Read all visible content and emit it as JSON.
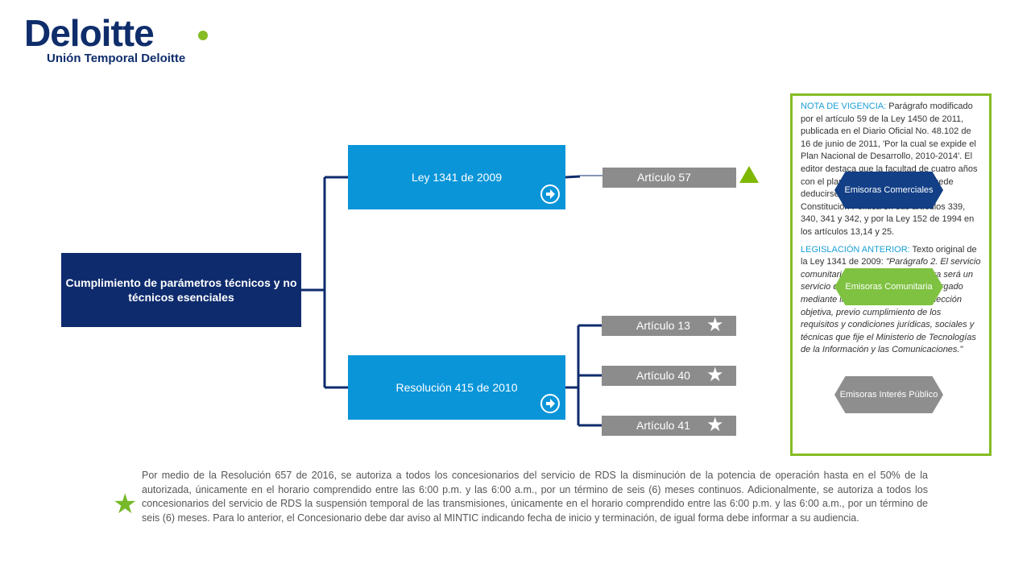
{
  "brand": {
    "name": "Deloitte",
    "subtitle": "Unión Temporal Deloitte",
    "colors": {
      "navy": "#0e2b6d",
      "green": "#86bc25",
      "blue": "#0a95d9",
      "gray": "#8c8c8c"
    }
  },
  "diagram": {
    "root": "Cumplimiento de parámetros técnicos y no técnicos esenciales",
    "branches": [
      {
        "label": "Ley 1341 de 2009",
        "action_icon": "arrow-circle-right-icon",
        "articles": [
          {
            "label": "Artículo 57",
            "marker": "green-triangle-icon"
          }
        ]
      },
      {
        "label": "Resolución 415 de 2010",
        "action_icon": "arrow-circle-right-icon",
        "articles": [
          {
            "label": "Artículo 13",
            "marker": "star-icon"
          },
          {
            "label": "Artículo 40",
            "marker": "star-icon"
          },
          {
            "label": "Artículo 41",
            "marker": "star-icon"
          }
        ]
      }
    ]
  },
  "note": {
    "vigencia_label": "NOTA DE VIGENCIA:",
    "vigencia_text": " Parágrafo modificado por el artículo 59 de la Ley 1450 de 2011, publicada en el Diario Oficial No. 48.102 de 16 de junio de 2011, 'Por la cual se expide el Plan Nacional de Desarrollo, 2010-2014'. El editor destaca que la facultad de cuatro años con el plan de desarrollo, según puede deducirse de lo establecido por la Constitución Política en sus artículos 339, 340, 341 y 342, y por la Ley 152 de 1994 en los artículos 13,14  y 25.",
    "legis_label": "LEGISLACIÓN ANTERIOR:",
    "legis_text": " Texto original de la Ley 1341 de 2009:",
    "quote": "\"Parágrafo 2. El servicio comunitario de radiodifusión sonora será un servicio de telecomunicaciones, otorgado mediante licencia y proceso de selección objetiva, previo cumplimiento de los requisitos y condiciones jurídicas, sociales y técnicas que fije el Ministerio de Tecnologías de la Información y las Comunicaciones.\""
  },
  "badges": {
    "comerciales": "Emisoras Comerciales",
    "comunitaria": "Emisoras Comunitaria",
    "interes_publico": "Emisoras Interés Público"
  },
  "footer": {
    "star_icon": "star-icon",
    "text": "Por medio de la Resolución 657 de 2016, se autoriza a todos los concesionarios  del servicio de RDS la disminución de la potencia de operación hasta en el 50% de la autorizada, únicamente en el horario comprendido entre las 6:00 p.m. y las 6:00 a.m., por un término de seis (6) meses continuos. Adicionalmente, se autoriza a todos los concesionarios  del servicio de RDS la suspensión temporal de las transmisiones, únicamente en el horario comprendido entre las 6:00 p.m. y las 6:00 a.m., por un término de seis (6) meses. Para lo anterior, el Concesionario debe dar aviso al MINTIC indicando fecha de inicio y terminación, de igual forma debe informar a su audiencia."
  }
}
